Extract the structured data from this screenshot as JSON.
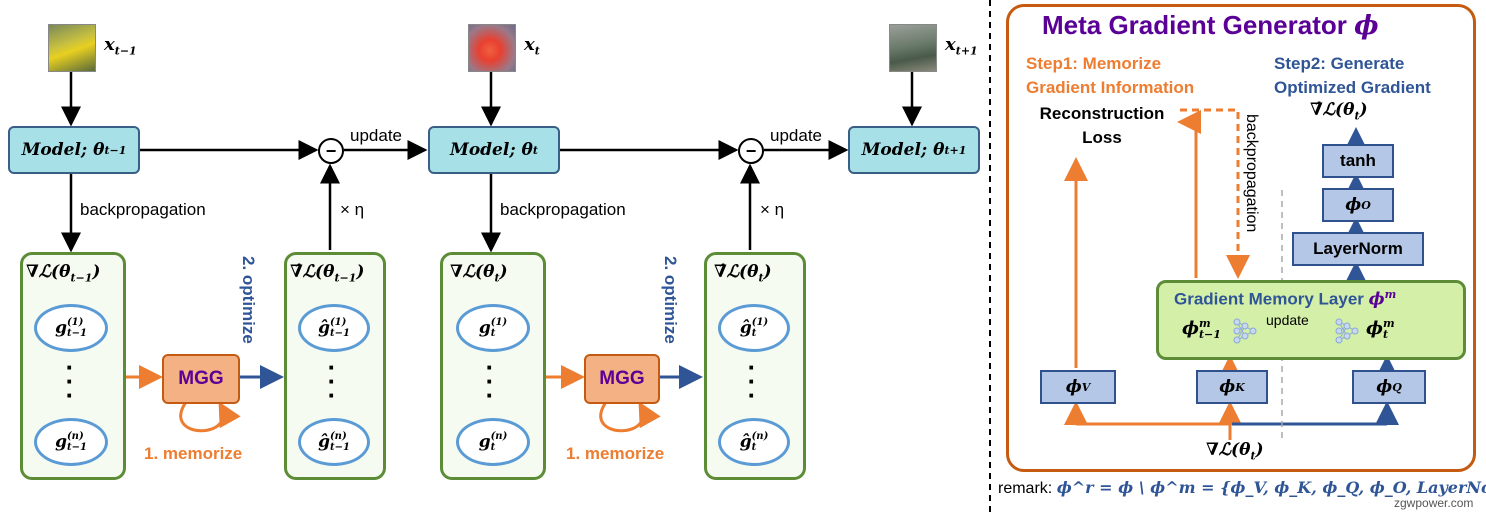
{
  "images": {
    "prev": {
      "label": "x",
      "sub": "t−1"
    },
    "curr": {
      "label": "x",
      "sub": "t"
    },
    "next": {
      "label": "x",
      "sub": "t+1"
    }
  },
  "models": {
    "prev": {
      "name": "Model; θ",
      "sub": "t−1"
    },
    "curr": {
      "name": "Model; θ",
      "sub": "t"
    },
    "next": {
      "name": "Model; θ",
      "sub": "t+1"
    }
  },
  "labels": {
    "update": "update",
    "backprop": "backpropagation",
    "times_eta": "× η",
    "optimize": "2. optimize",
    "memorize": "1. memorize",
    "mgg": "MGG",
    "minus": "−"
  },
  "grad_panels": {
    "prev": {
      "title": "∇ℒ(θ",
      "title_sub": "t−1",
      "g_top": "g",
      "g_top_sup": "(1)",
      "g_top_sub": "t−1",
      "g_bot": "g",
      "g_bot_sup": "(n)",
      "g_bot_sub": "t−1"
    },
    "curr": {
      "title": "∇ℒ(θ",
      "title_sub": "t",
      "g_top": "g",
      "g_top_sup": "(1)",
      "g_top_sub": "t",
      "g_bot": "g",
      "g_bot_sup": "(n)",
      "g_bot_sub": "t"
    }
  },
  "opt_panels": {
    "prev": {
      "title": "∇̂ℒ(θ",
      "title_sub": "t−1",
      "g_top": "ĝ",
      "g_top_sup": "(1)",
      "g_top_sub": "t−1",
      "g_bot": "ĝ",
      "g_bot_sup": "(n)",
      "g_bot_sub": "t−1"
    },
    "curr": {
      "title": "∇̂ℒ(θ",
      "title_sub": "t",
      "g_top": "ĝ",
      "g_top_sup": "(1)",
      "g_top_sub": "t",
      "g_bot": "ĝ",
      "g_bot_sup": "(n)",
      "g_bot_sub": "t"
    }
  },
  "right_panel": {
    "title": "Meta Gradient Generator",
    "title_symbol": "ϕ",
    "step1_line1": "Step1: Memorize",
    "step1_line2": "Gradient Information",
    "step2_line1": "Step2: Generate",
    "step2_line2": "Optimized Gradient",
    "recon_line1": "Reconstruction",
    "recon_line2": "Loss",
    "backprop_vertical": "backpropagation",
    "output": "∇̂ℒ(θ",
    "output_sub": "t",
    "tanh": "tanh",
    "phi_o": "ϕ",
    "phi_o_sub": "O",
    "layernorm": "LayerNorm",
    "gml_title": "Gradient Memory Layer",
    "gml_symbol": "ϕ",
    "gml_symbol_sup": "m",
    "phi_m_prev": "ϕ",
    "phi_m_prev_sup": "m",
    "phi_m_prev_sub": "t−1",
    "gml_update": "update",
    "phi_m_curr": "ϕ",
    "phi_m_curr_sup": "m",
    "phi_m_curr_sub": "t",
    "phi_v": "ϕ",
    "phi_v_sub": "V",
    "phi_k": "ϕ",
    "phi_k_sub": "K",
    "phi_q": "ϕ",
    "phi_q_sub": "Q",
    "input": "∇ℒ(θ",
    "input_sub": "t"
  },
  "remark": {
    "prefix": "remark:",
    "formula": "ϕ^r = ϕ \\ ϕ^m = {ϕ_V, ϕ_K, ϕ_Q, ϕ_O, LayerNorm}"
  },
  "watermark": "zgwpower.com",
  "colors": {
    "orange": "#ed7d31",
    "blue": "#2f5597",
    "purple": "#5a0096",
    "green": "#5c8d36",
    "teal": "#a8e0e8"
  }
}
